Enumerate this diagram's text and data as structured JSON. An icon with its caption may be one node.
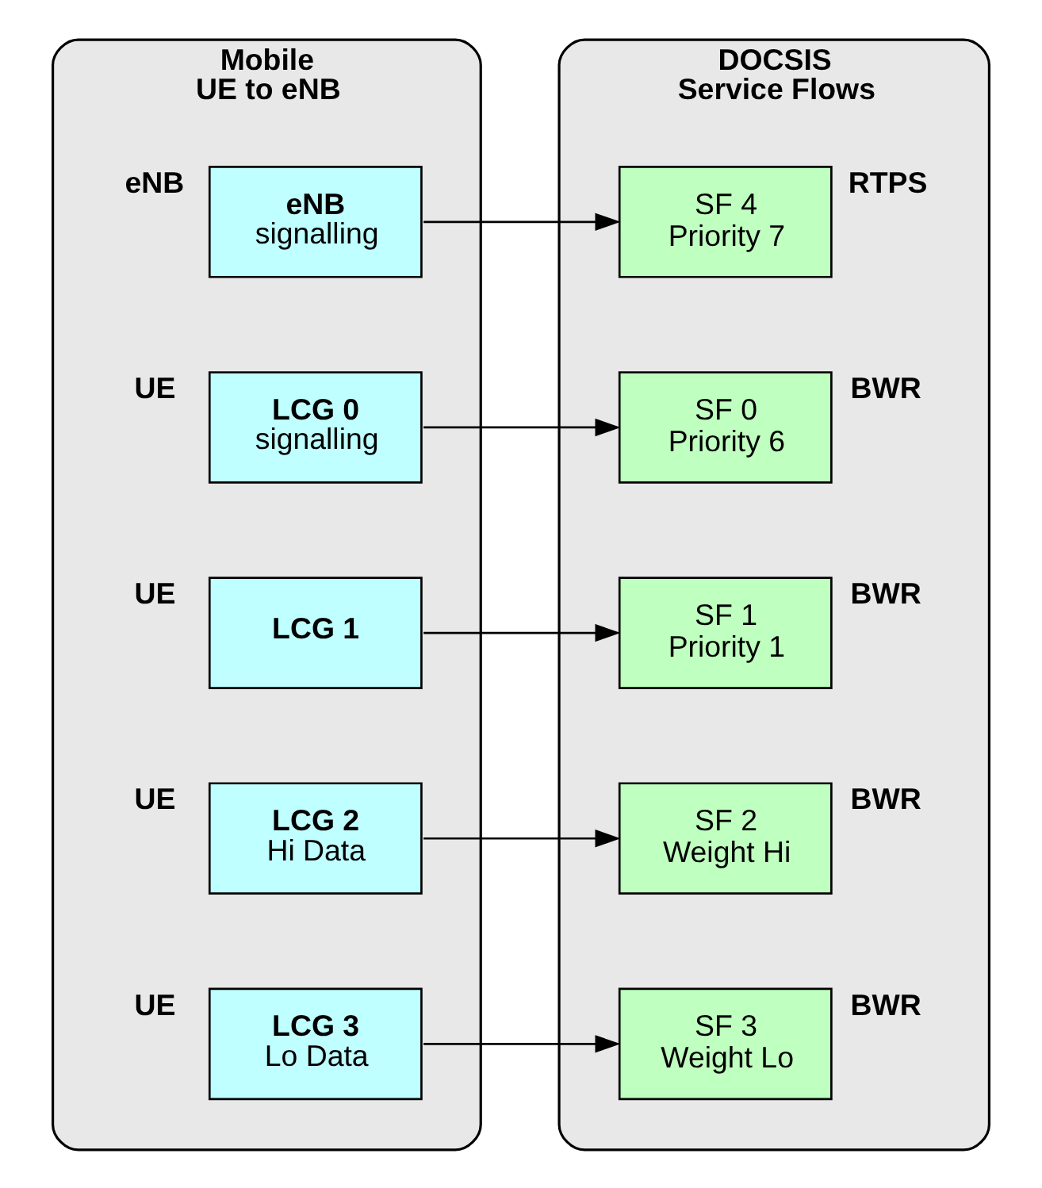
{
  "diagram": {
    "nodes": [
      {
        "text": [
          "Mobile UE to eNB"
        ]
      },
      {
        "text": [
          "eNB",
          "signalling"
        ],
        "in": 0,
        "beside": [
          "eNB"
        ]
      },
      {
        "text": [
          "LCG 0",
          "signalling"
        ],
        "in": 0,
        "beside": [
          "UE"
        ]
      },
      {
        "text": [
          "LCG 1"
        ],
        "in": 0,
        "beside": [
          "UE"
        ]
      },
      {
        "text": [
          "LCG 2",
          "Hi Data"
        ],
        "in": 0,
        "beside": [
          "UE"
        ]
      },
      {
        "text": [
          "LCG 3",
          "Lo Data"
        ],
        "in": 0,
        "beside": [
          "UE"
        ]
      },
      {
        "text": [
          "DOCSIS Service Flows"
        ]
      },
      {
        "text": [
          "SF 4",
          "Priority 7"
        ],
        "in": 6,
        "beside": [
          "RTPS"
        ]
      },
      {
        "text": [
          "SF 0",
          "Priority 6"
        ],
        "in": 6,
        "beside": [
          "BWR"
        ]
      },
      {
        "text": [
          "SF 1",
          "Priority 1"
        ],
        "in": 6,
        "beside": [
          "BWR"
        ]
      },
      {
        "text": [
          "SF 2",
          "Weight Hi"
        ],
        "in": 6,
        "beside": [
          "BWR"
        ]
      },
      {
        "text": [
          "SF 3",
          "Weight Lo"
        ],
        "in": 6,
        "beside": [
          "BWR"
        ]
      }
    ],
    "edges": [
      {
        "from": 1,
        "to": 7,
        "arrow": "to"
      },
      {
        "from": 2,
        "to": 8,
        "arrow": "to"
      },
      {
        "from": 3,
        "to": 9,
        "arrow": "to"
      },
      {
        "from": 4,
        "to": 10,
        "arrow": "to"
      },
      {
        "from": 5,
        "to": 11,
        "arrow": "to"
      }
    ]
  }
}
